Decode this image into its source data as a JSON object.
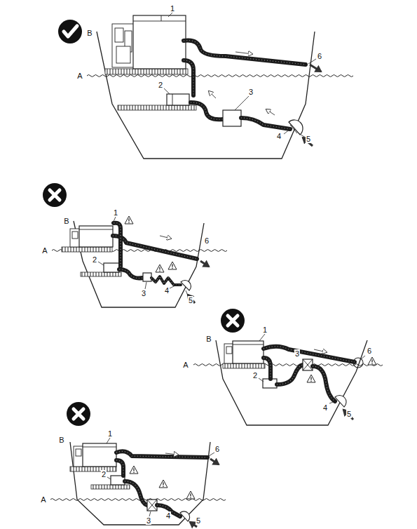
{
  "diagram": {
    "labels": [
      "B",
      "1",
      "2",
      "3",
      "4",
      "5",
      "6",
      "A",
      "B",
      "1",
      "2",
      "3",
      "4",
      "5",
      "6",
      "A",
      "B",
      "1",
      "2",
      "3",
      "4",
      "5",
      "6",
      "A",
      "B",
      "1",
      "2",
      "3",
      "4",
      "5",
      "6",
      "A"
    ]
  }
}
